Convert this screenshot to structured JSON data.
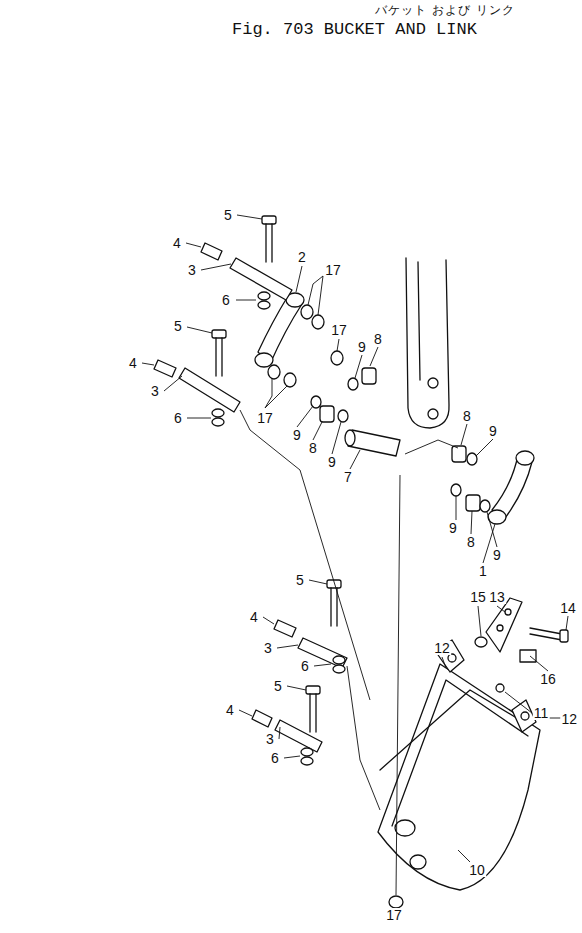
{
  "diagram": {
    "title": "Fig. 703 BUCKET AND LINK",
    "labels": [
      "バケット および リンク",
      "5",
      "4",
      "2",
      "3",
      "17",
      "6",
      "17",
      "5",
      "9",
      "8",
      "4",
      "3",
      "6",
      "17",
      "9",
      "8",
      "9",
      "8",
      "9",
      "7",
      "9",
      "8",
      "9",
      "1",
      "5",
      "15",
      "13",
      "14",
      "4",
      "12",
      "3",
      "6",
      "16",
      "5",
      "12",
      "11",
      "4",
      "3",
      "6",
      "10",
      "17"
    ]
  }
}
